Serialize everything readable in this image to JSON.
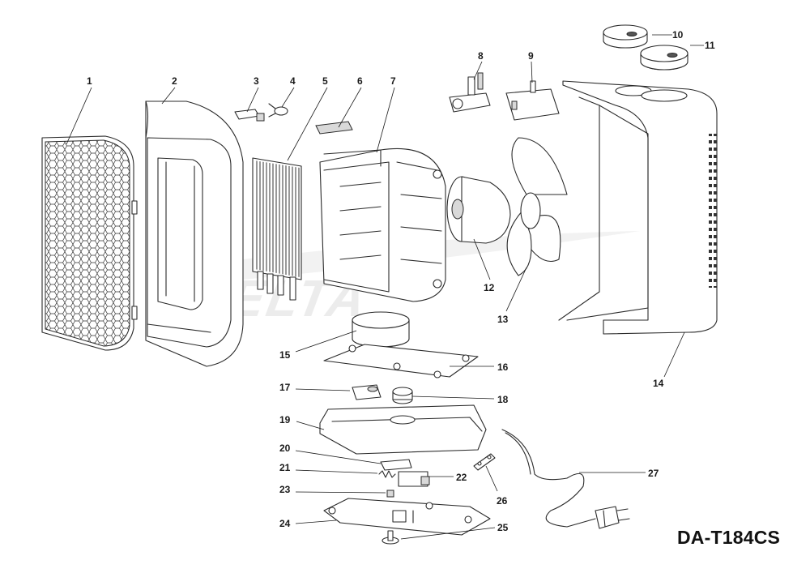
{
  "model": "DA-T184CS",
  "watermark": "DELTA",
  "parts": [
    {
      "number": "1"
    },
    {
      "number": "2"
    },
    {
      "number": "3"
    },
    {
      "number": "4"
    },
    {
      "number": "5"
    },
    {
      "number": "6"
    },
    {
      "number": "7"
    },
    {
      "number": "8"
    },
    {
      "number": "9"
    },
    {
      "number": "10"
    },
    {
      "number": "11"
    },
    {
      "number": "12"
    },
    {
      "number": "13"
    },
    {
      "number": "14"
    },
    {
      "number": "15"
    },
    {
      "number": "16"
    },
    {
      "number": "17"
    },
    {
      "number": "18"
    },
    {
      "number": "19"
    },
    {
      "number": "20"
    },
    {
      "number": "21"
    },
    {
      "number": "22"
    },
    {
      "number": "23"
    },
    {
      "number": "24"
    },
    {
      "number": "25"
    },
    {
      "number": "26"
    },
    {
      "number": "27"
    }
  ]
}
